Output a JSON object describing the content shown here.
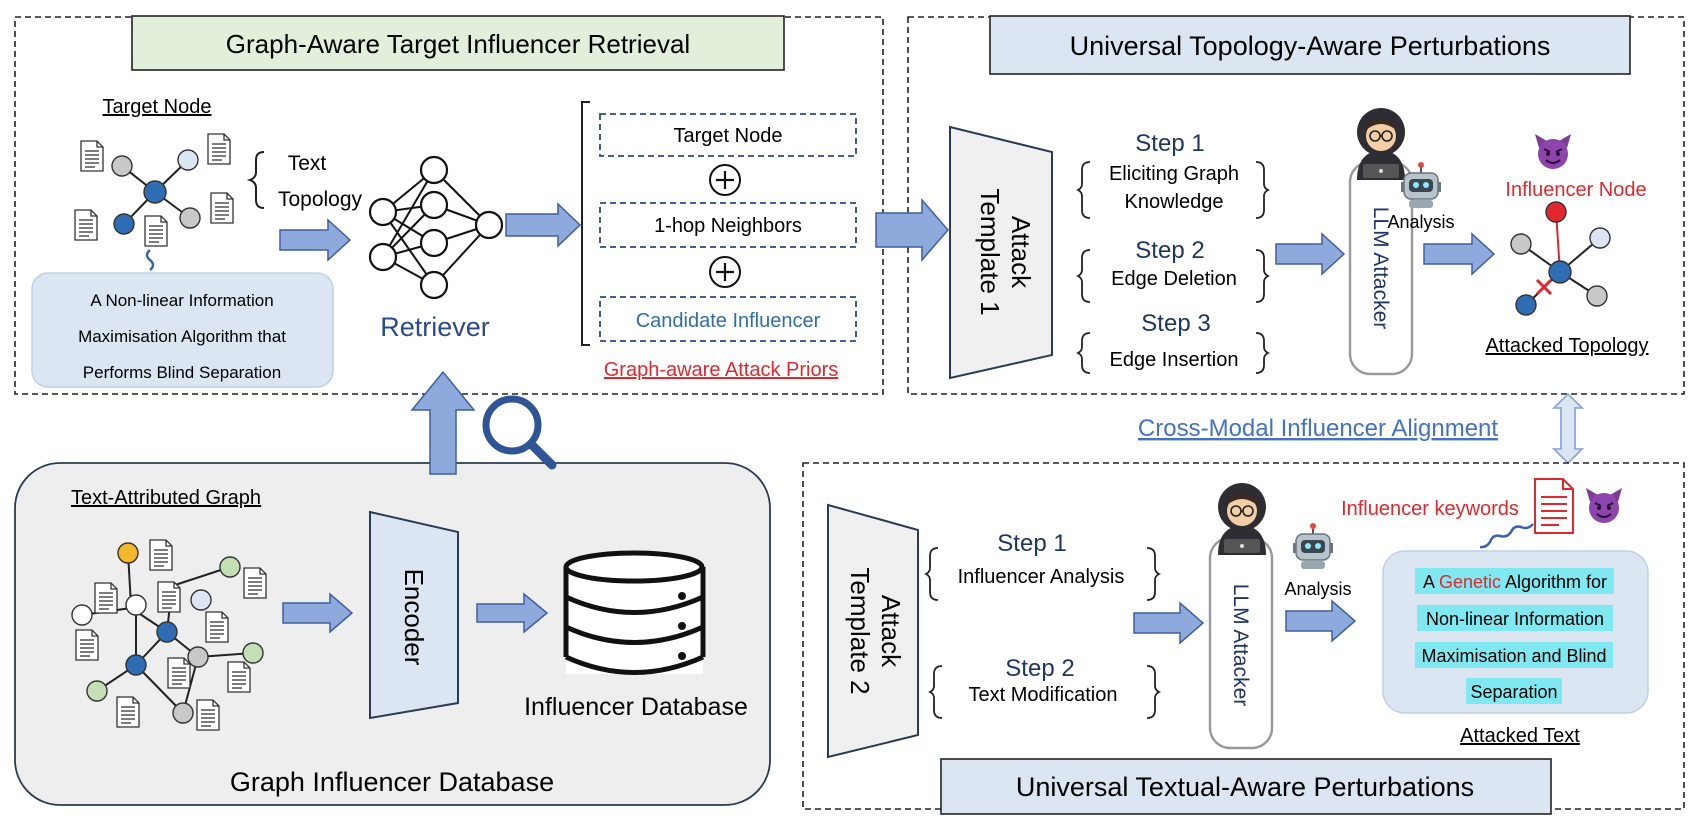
{
  "retrieval": {
    "title": "Graph-Aware Target Influencer Retrieval",
    "target_node_label": "Target Node",
    "text_label": "Text",
    "topology_label": "Topology",
    "paper_title_lines": [
      "A Non-linear Information",
      "Maximisation Algorithm that",
      "Performs Blind Separation"
    ],
    "retriever_label": "Retriever",
    "priors": [
      "Target Node",
      "1-hop Neighbors",
      "Candidate Influencer"
    ],
    "priors_caption": "Graph-aware Attack Priors"
  },
  "topology": {
    "title": "Universal Topology-Aware Perturbations",
    "template_lines": [
      "Attack",
      "Template 1"
    ],
    "steps": [
      {
        "step": "Step 1",
        "lines": [
          "Eliciting Graph",
          "Knowledge"
        ]
      },
      {
        "step": "Step 2",
        "lines": [
          "Edge Deletion"
        ]
      },
      {
        "step": "Step 3",
        "lines": [
          "Edge Insertion"
        ]
      }
    ],
    "attacker_label": "LLM Attacker",
    "analysis_label": "Analysis",
    "influencer_node_label": "Influencer Node",
    "result_caption": "Attacked Topology"
  },
  "alignment_label": "Cross-Modal Influencer Alignment",
  "database": {
    "tag_label": "Text-Attributed Graph",
    "encoder_label": "Encoder",
    "db_label": "Influencer Database",
    "title": "Graph Influencer Database"
  },
  "textual": {
    "title": "Universal Textual-Aware Perturbations",
    "template_lines": [
      "Attack",
      "Template 2"
    ],
    "steps": [
      {
        "step": "Step 1",
        "lines": [
          "Influencer Analysis"
        ]
      },
      {
        "step": "Step 2",
        "lines": [
          "Text Modification"
        ]
      }
    ],
    "attacker_label": "LLM Attacker",
    "analysis_label": "Analysis",
    "keywords_label": "Influencer keywords",
    "attacked_prefix": "A ",
    "attacked_keyword": "Genetic",
    "attacked_rest": " Algorithm for",
    "attacked_lines": [
      "Non-linear Information",
      "Maximisation and Blind",
      "Separation"
    ],
    "result_caption": "Attacked Text"
  },
  "colors": {
    "arrow_fill": "#8ea9db",
    "arrow_stroke": "#3f5f9e",
    "node_blue": "#2e6db4",
    "node_gray": "#c8c8c8",
    "node_light": "#dce6f2",
    "node_yellow": "#f2b92b",
    "node_green": "#c5dfb4",
    "accent_red": "#e0282e",
    "text_blue": "#2b4b8c",
    "highlight_cyan": "#7fe8f0"
  }
}
